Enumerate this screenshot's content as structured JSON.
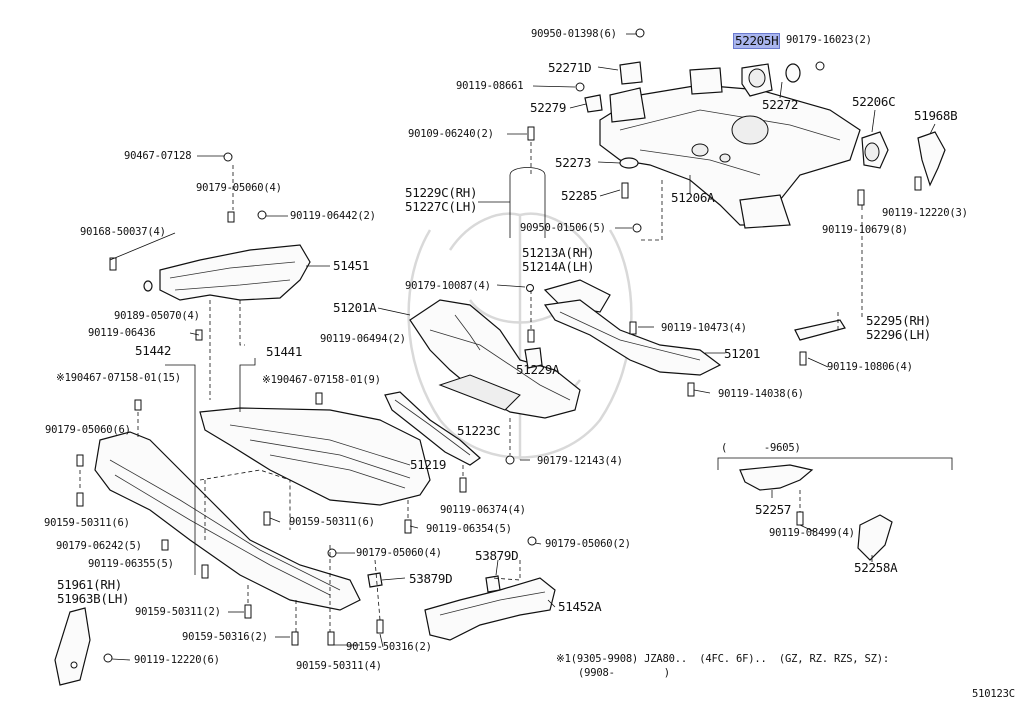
{
  "highlighted_part": "52205H",
  "labels": [
    {
      "id": "l01",
      "text": "90950-01398(6)"
    },
    {
      "id": "l02",
      "text": "52205H"
    },
    {
      "id": "l03",
      "text": "90179-16023(2)"
    },
    {
      "id": "l04",
      "text": "52271D"
    },
    {
      "id": "l05",
      "text": "90119-08661"
    },
    {
      "id": "l06",
      "text": "52279"
    },
    {
      "id": "l07",
      "text": "52272"
    },
    {
      "id": "l08",
      "text": "52206C"
    },
    {
      "id": "l09",
      "text": "51968B"
    },
    {
      "id": "l10",
      "text": "90109-06240(2)"
    },
    {
      "id": "l11",
      "text": "90467-07128"
    },
    {
      "id": "l12",
      "text": "52273"
    },
    {
      "id": "l13",
      "text": "90179-05060(4)"
    },
    {
      "id": "l14",
      "text": "52285"
    },
    {
      "id": "l15",
      "text": "51206A"
    },
    {
      "id": "l16",
      "text": "51229C(RH)"
    },
    {
      "id": "l17",
      "text": "51227C(LH)"
    },
    {
      "id": "l18",
      "text": "90119-06442(2)"
    },
    {
      "id": "l19",
      "text": "90119-12220(3)"
    },
    {
      "id": "l20",
      "text": "90168-50037(4)"
    },
    {
      "id": "l21",
      "text": "90950-01506(5)"
    },
    {
      "id": "l22",
      "text": "90119-10679(8)"
    },
    {
      "id": "l23",
      "text": "51213A(RH)"
    },
    {
      "id": "l24",
      "text": "51214A(LH)"
    },
    {
      "id": "l25",
      "text": "51451"
    },
    {
      "id": "l26",
      "text": "90179-10087(4)"
    },
    {
      "id": "l27",
      "text": "90189-05070(4)"
    },
    {
      "id": "l28",
      "text": "51201A"
    },
    {
      "id": "l29",
      "text": "90119-10473(4)"
    },
    {
      "id": "l30",
      "text": "52295(RH)"
    },
    {
      "id": "l31",
      "text": "52296(LH)"
    },
    {
      "id": "l32",
      "text": "90119-06436"
    },
    {
      "id": "l33",
      "text": "90119-06494(2)"
    },
    {
      "id": "l34",
      "text": "51442"
    },
    {
      "id": "l35",
      "text": "51441"
    },
    {
      "id": "l36",
      "text": "51201"
    },
    {
      "id": "l37",
      "text": "90119-10806(4)"
    },
    {
      "id": "l38",
      "text": "※190467-07158-01(15)"
    },
    {
      "id": "l39",
      "text": "※190467-07158-01(9)"
    },
    {
      "id": "l40",
      "text": "51229A"
    },
    {
      "id": "l41",
      "text": "90119-14038(6)"
    },
    {
      "id": "l42",
      "text": "51223C"
    },
    {
      "id": "l43",
      "text": "90179-05060(6)"
    },
    {
      "id": "l44",
      "text": "(      -9605)"
    },
    {
      "id": "l45",
      "text": "51219"
    },
    {
      "id": "l46",
      "text": "90179-12143(4)"
    },
    {
      "id": "l47",
      "text": "90119-06374(4)"
    },
    {
      "id": "l48",
      "text": "52257"
    },
    {
      "id": "l49",
      "text": "90159-50311(6)"
    },
    {
      "id": "l50",
      "text": "90159-50311(6)"
    },
    {
      "id": "l51",
      "text": "90119-06354(5)"
    },
    {
      "id": "l52",
      "text": "90119-08499(4)"
    },
    {
      "id": "l53",
      "text": "90179-06242(5)"
    },
    {
      "id": "l54",
      "text": "90179-05060(2)"
    },
    {
      "id": "l55",
      "text": "90179-05060(4)"
    },
    {
      "id": "l56",
      "text": "53879D"
    },
    {
      "id": "l57",
      "text": "90119-06355(5)"
    },
    {
      "id": "l58",
      "text": "52258A"
    },
    {
      "id": "l59",
      "text": "53879D"
    },
    {
      "id": "l60",
      "text": "51961(RH)"
    },
    {
      "id": "l61",
      "text": "51963B(LH)"
    },
    {
      "id": "l62",
      "text": "51452A"
    },
    {
      "id": "l63",
      "text": "90159-50311(2)"
    },
    {
      "id": "l64",
      "text": "90159-50316(2)"
    },
    {
      "id": "l65",
      "text": "90159-50316(2)"
    },
    {
      "id": "l66",
      "text": "90119-12220(6)"
    },
    {
      "id": "l67",
      "text": "90159-50311(4)"
    }
  ],
  "footnote": {
    "line1": "※1(9305-9908) JZA80..  (4FC. 6F)..  (GZ, RZ. RZS, SZ):",
    "line2": "(9908-        )"
  },
  "diagram_code": "510123C"
}
